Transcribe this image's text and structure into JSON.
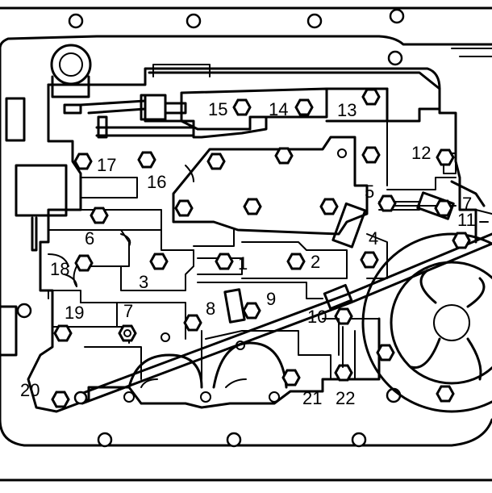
{
  "figure": {
    "labels": [
      {
        "id": "1",
        "text": "1"
      },
      {
        "id": "2",
        "text": "2"
      },
      {
        "id": "3",
        "text": "3"
      },
      {
        "id": "4",
        "text": "4"
      },
      {
        "id": "5",
        "text": "5"
      },
      {
        "id": "6",
        "text": "6"
      },
      {
        "id": "7a",
        "text": "7"
      },
      {
        "id": "7b",
        "text": "7"
      },
      {
        "id": "8",
        "text": "8"
      },
      {
        "id": "9",
        "text": "9"
      },
      {
        "id": "10",
        "text": "10"
      },
      {
        "id": "11",
        "text": "11"
      },
      {
        "id": "12",
        "text": "12"
      },
      {
        "id": "13",
        "text": "13"
      },
      {
        "id": "14",
        "text": "14"
      },
      {
        "id": "15",
        "text": "15"
      },
      {
        "id": "16",
        "text": "16"
      },
      {
        "id": "17",
        "text": "17"
      },
      {
        "id": "18",
        "text": "18"
      },
      {
        "id": "19",
        "text": "19"
      },
      {
        "id": "20",
        "text": "20"
      },
      {
        "id": "21",
        "text": "21"
      },
      {
        "id": "22",
        "text": "22"
      }
    ]
  }
}
